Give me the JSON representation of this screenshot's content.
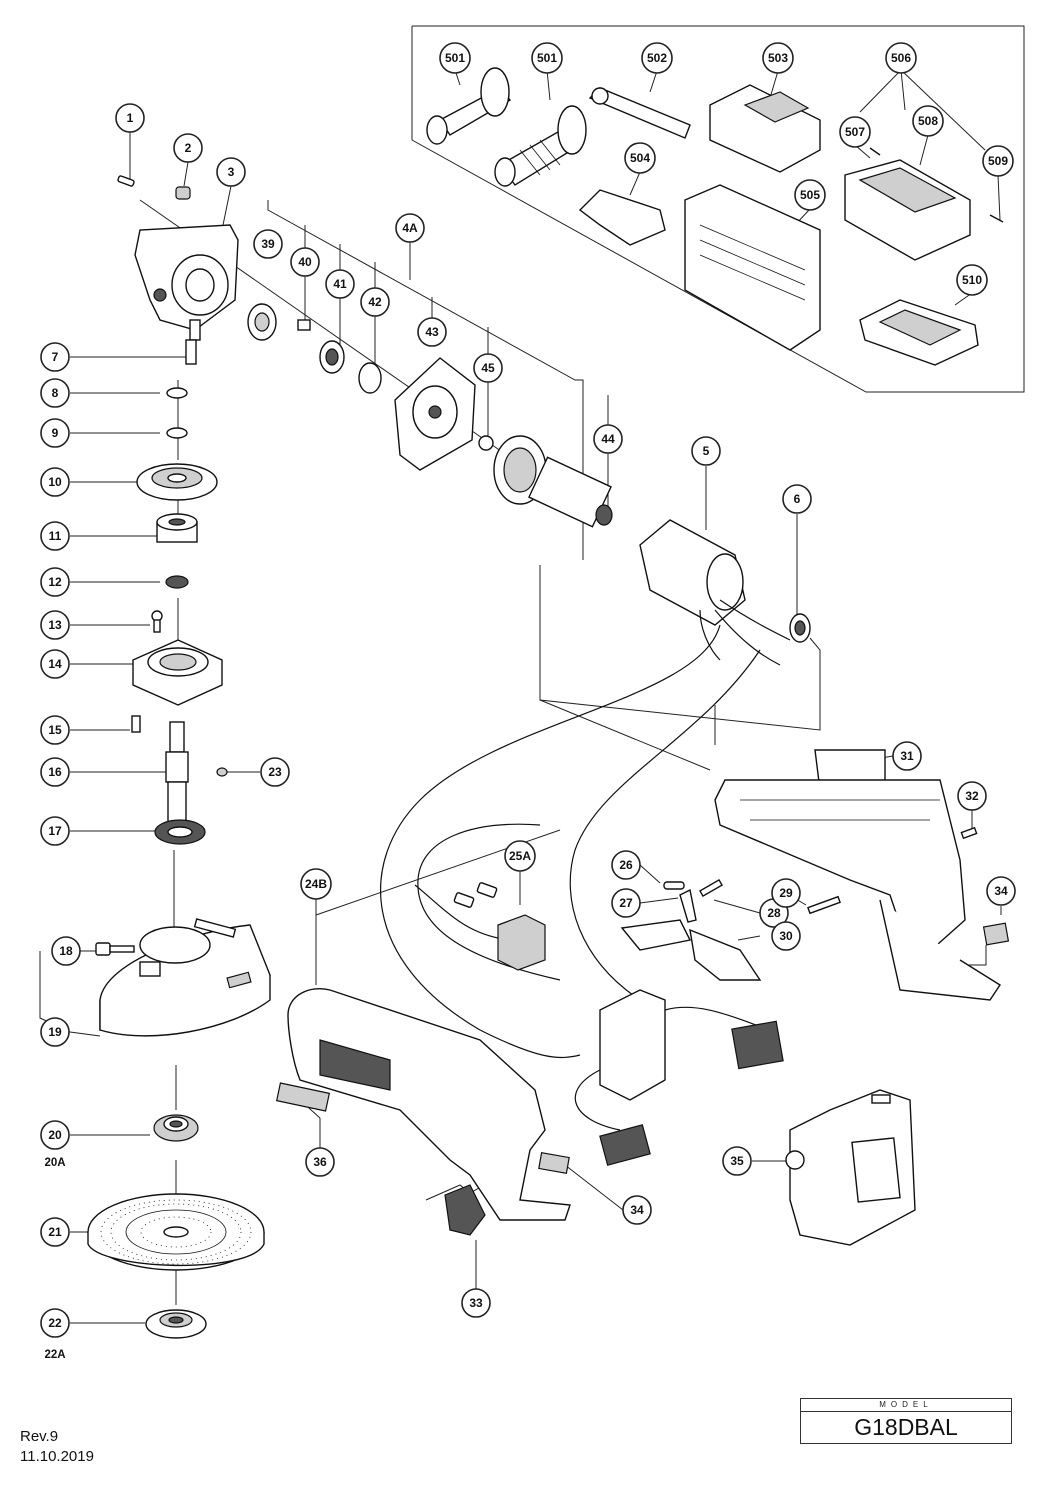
{
  "parts": [
    {
      "label": "1"
    },
    {
      "label": "2"
    },
    {
      "label": "3"
    },
    {
      "label": "4A"
    },
    {
      "label": "5"
    },
    {
      "label": "6"
    },
    {
      "label": "7"
    },
    {
      "label": "8"
    },
    {
      "label": "9"
    },
    {
      "label": "10"
    },
    {
      "label": "11"
    },
    {
      "label": "12"
    },
    {
      "label": "13"
    },
    {
      "label": "14"
    },
    {
      "label": "15"
    },
    {
      "label": "16"
    },
    {
      "label": "17"
    },
    {
      "label": "18"
    },
    {
      "label": "19"
    },
    {
      "label": "20"
    },
    {
      "label": "21"
    },
    {
      "label": "22"
    },
    {
      "label": "23"
    },
    {
      "label": "24B"
    },
    {
      "label": "25A"
    },
    {
      "label": "26"
    },
    {
      "label": "27"
    },
    {
      "label": "28"
    },
    {
      "label": "29"
    },
    {
      "label": "30"
    },
    {
      "label": "31"
    },
    {
      "label": "32"
    },
    {
      "label": "33"
    },
    {
      "label": "34"
    },
    {
      "label": "34"
    },
    {
      "label": "35"
    },
    {
      "label": "36"
    },
    {
      "label": "39"
    },
    {
      "label": "40"
    },
    {
      "label": "41"
    },
    {
      "label": "42"
    },
    {
      "label": "43"
    },
    {
      "label": "44"
    },
    {
      "label": "45"
    },
    {
      "label": "501"
    },
    {
      "label": "501"
    },
    {
      "label": "502"
    },
    {
      "label": "503"
    },
    {
      "label": "504"
    },
    {
      "label": "505"
    },
    {
      "label": "506"
    },
    {
      "label": "507"
    },
    {
      "label": "508"
    },
    {
      "label": "509"
    },
    {
      "label": "510"
    }
  ],
  "sub_labels": [
    "20A",
    "22A"
  ],
  "model": {
    "caption": "MODEL",
    "name": "G18DBAL"
  },
  "revision": {
    "rev": "Rev.9",
    "date": "11.10.2019"
  }
}
